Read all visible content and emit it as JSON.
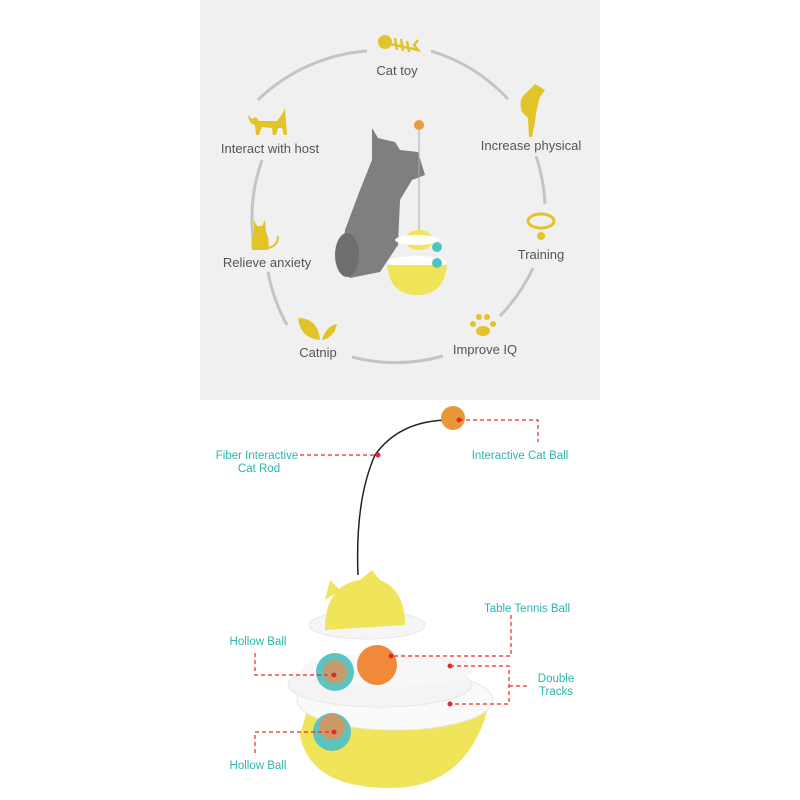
{
  "colors": {
    "panel_bg": "#f0f0f0",
    "icon": "#e2c32a",
    "ring": "#c4c4c4",
    "callout_text": "#2bb5ae",
    "leader_line": "#e52a2a",
    "toy_yellow": "#f0e45a"
  },
  "benefits": [
    {
      "label": "Cat toy",
      "icon": "fish-bone-icon"
    },
    {
      "label": "Increase physical",
      "icon": "jumping-cat-icon"
    },
    {
      "label": "Training",
      "icon": "collar-bell-icon"
    },
    {
      "label": "Improve IQ",
      "icon": "paw-print-icon"
    },
    {
      "label": "Catnip",
      "icon": "leaf-icon"
    },
    {
      "label": "Relieve anxiety",
      "icon": "sitting-cat-icon"
    },
    {
      "label": "Interact with host",
      "icon": "walking-cat-icon"
    }
  ],
  "callouts": {
    "rod_line1": "Fiber Interactive",
    "rod_line2": "Cat Rod",
    "cat_ball": "Interactive Cat Ball",
    "tennis_ball": "Table Tennis Ball",
    "hollow_ball_top": "Hollow Ball",
    "tracks_line1": "Double",
    "tracks_line2": "Tracks",
    "hollow_ball_bottom": "Hollow Ball"
  }
}
